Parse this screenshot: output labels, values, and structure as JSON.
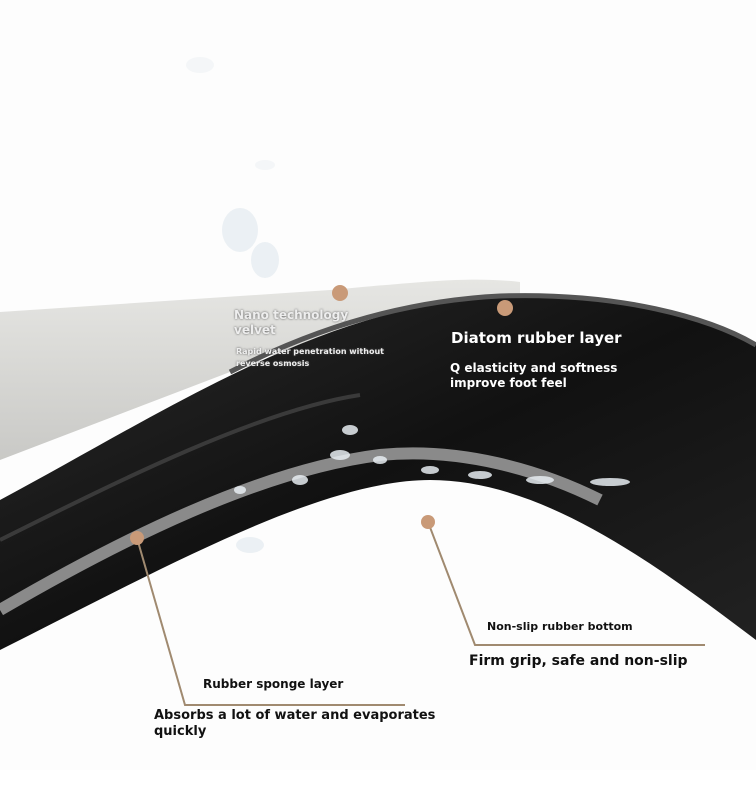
{
  "labels": {
    "nano_title": "Nano technology velvet",
    "nano_title_line1": "Nano technology",
    "nano_title_line2": "velvet",
    "nano_desc_line1": "Rapid water penetration without",
    "nano_desc_line2": "reverse osmosis",
    "diatom_title": "Diatom rubber layer",
    "diatom_desc_line1": "Q elasticity and softness",
    "diatom_desc_line2": "improve foot feel",
    "nonslip_title": "Non-slip rubber bottom",
    "nonslip_desc": "Firm grip, safe and non-slip",
    "sponge_title": "Rubber sponge layer",
    "sponge_desc_line1": "Absorbs a lot of water and evaporates",
    "sponge_desc_line2": "quickly"
  },
  "colors": {
    "marker_dot": "#c99a78",
    "leader_line": "#a08a70",
    "mat_black": "#1a1a1a",
    "top_sheet": "#dcdcda"
  }
}
